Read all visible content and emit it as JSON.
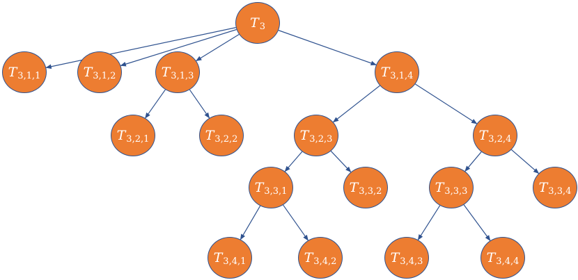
{
  "colors": {
    "node_fill": "#ed7d31",
    "node_stroke": "#2f528f",
    "edge": "#2f528f",
    "label": "#ffffff"
  },
  "nodes": [
    {
      "id": "root",
      "base": "T",
      "sub": "3"
    },
    {
      "id": "n311",
      "base": "T",
      "sub": "3,1,1"
    },
    {
      "id": "n312",
      "base": "T",
      "sub": "3,1,2"
    },
    {
      "id": "n313",
      "base": "T",
      "sub": "3,1,3"
    },
    {
      "id": "n314",
      "base": "T",
      "sub": "3,1,4"
    },
    {
      "id": "n321",
      "base": "T",
      "sub": "3,2,1"
    },
    {
      "id": "n322",
      "base": "T",
      "sub": "3,2,2"
    },
    {
      "id": "n323",
      "base": "T",
      "sub": "3,2,3"
    },
    {
      "id": "n324",
      "base": "T",
      "sub": "3,2,4"
    },
    {
      "id": "n331",
      "base": "T",
      "sub": "3,3,1"
    },
    {
      "id": "n332",
      "base": "T",
      "sub": "3,3,2"
    },
    {
      "id": "n333",
      "base": "T",
      "sub": "3,3,3"
    },
    {
      "id": "n334",
      "base": "T",
      "sub": "3,3,4"
    },
    {
      "id": "n341",
      "base": "T",
      "sub": "3,4,1"
    },
    {
      "id": "n342",
      "base": "T",
      "sub": "3,4,2"
    },
    {
      "id": "n343",
      "base": "T",
      "sub": "3,4,3"
    },
    {
      "id": "n344",
      "base": "T",
      "sub": "3,4,4"
    }
  ],
  "edges": [
    [
      "root",
      "n311"
    ],
    [
      "root",
      "n312"
    ],
    [
      "root",
      "n313"
    ],
    [
      "root",
      "n314"
    ],
    [
      "n313",
      "n321"
    ],
    [
      "n313",
      "n322"
    ],
    [
      "n314",
      "n323"
    ],
    [
      "n314",
      "n324"
    ],
    [
      "n323",
      "n331"
    ],
    [
      "n323",
      "n332"
    ],
    [
      "n324",
      "n333"
    ],
    [
      "n324",
      "n334"
    ],
    [
      "n331",
      "n341"
    ],
    [
      "n331",
      "n342"
    ],
    [
      "n333",
      "n343"
    ],
    [
      "n333",
      "n344"
    ]
  ]
}
